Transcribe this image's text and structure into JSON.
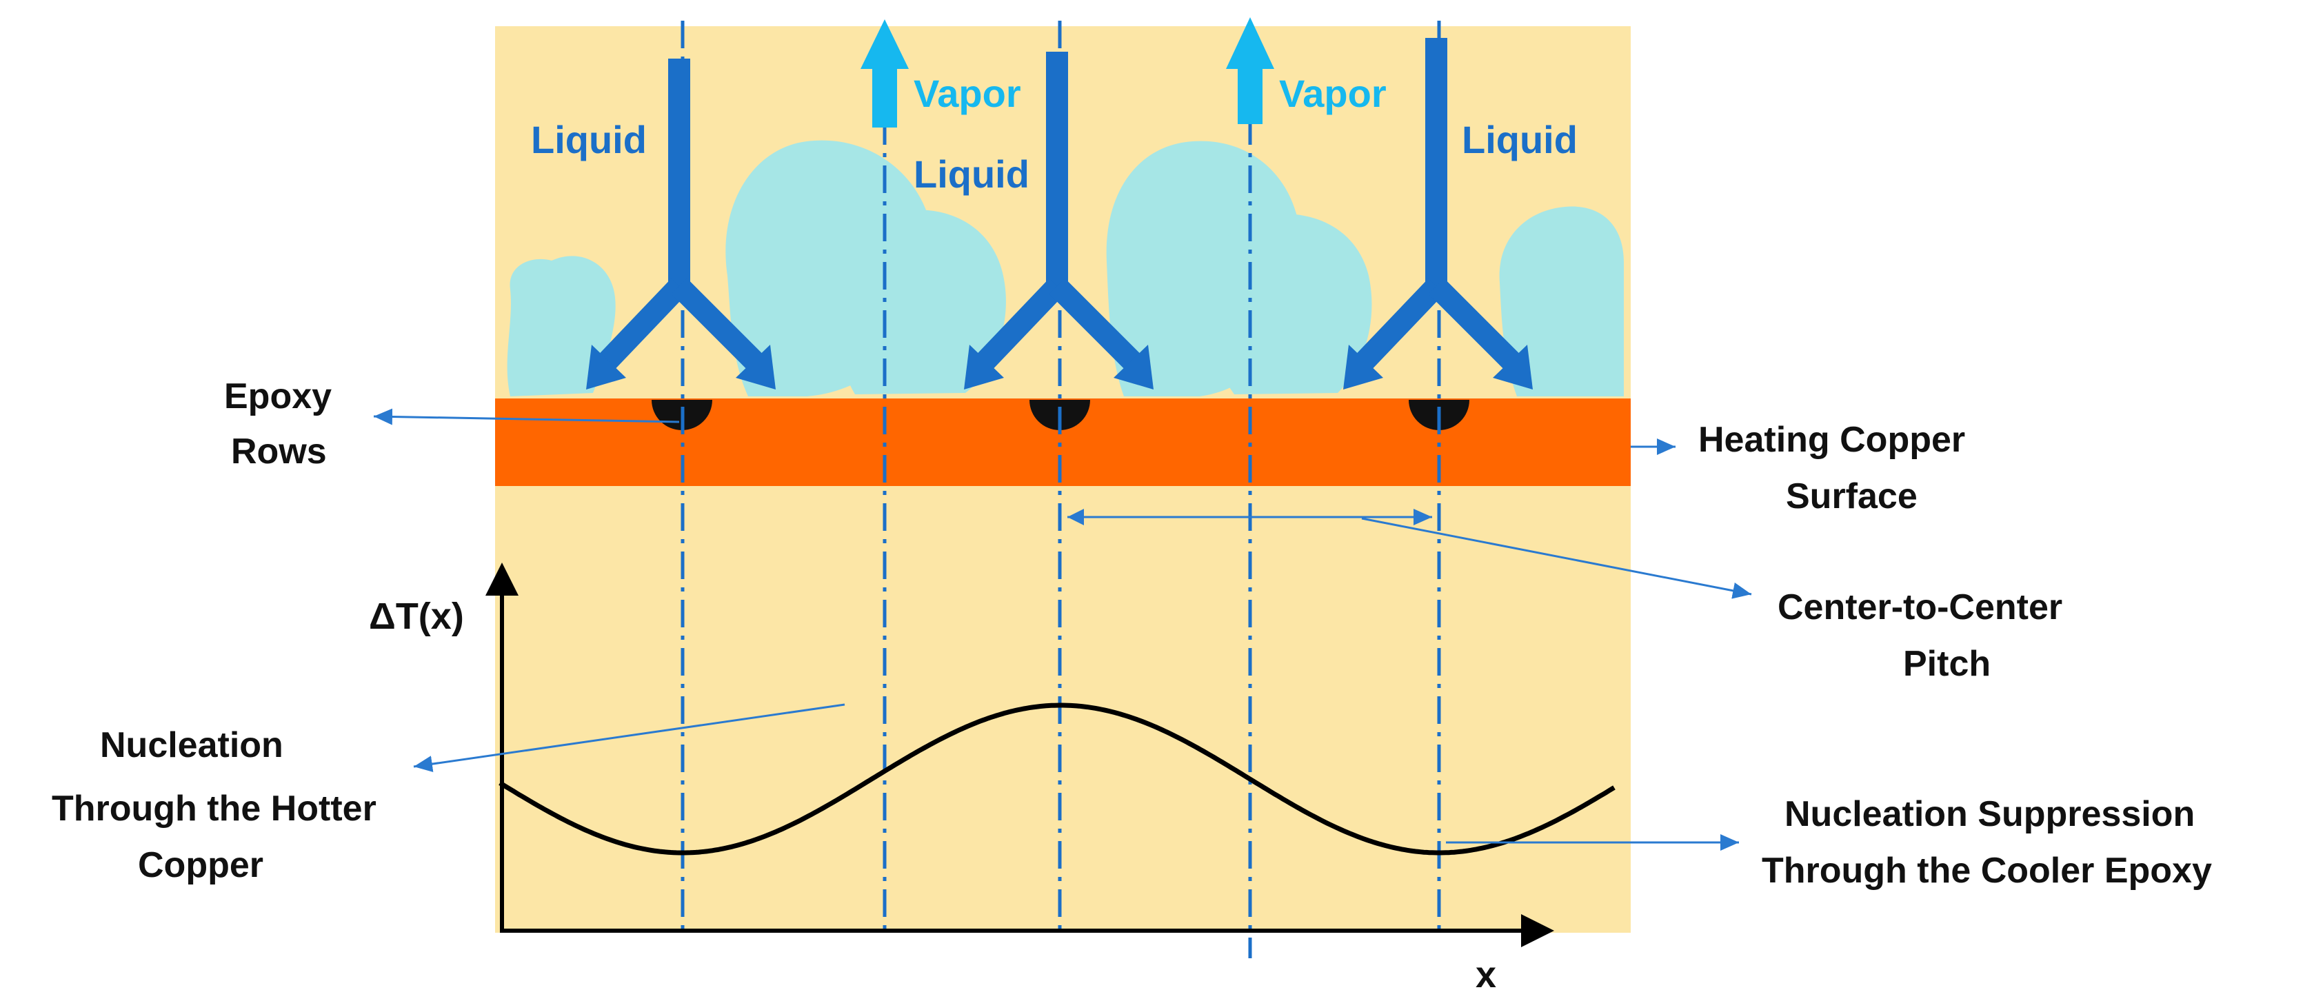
{
  "labels": {
    "liquid_left": "Liquid",
    "liquid_mid": "Liquid",
    "liquid_right": "Liquid",
    "vapor_left": "Vapor",
    "vapor_right": "Vapor",
    "epoxy_line1": "Epoxy",
    "epoxy_line2": "Rows",
    "copper_line1": "Heating Copper",
    "copper_line2": "Surface",
    "pitch_line1": "Center-to-Center",
    "pitch_line2": "Pitch",
    "nucleation_line1": "Nucleation",
    "nucleation_line2": "Through the Hotter",
    "nucleation_line3": "Copper",
    "suppression_line1": "Nucleation Suppression",
    "suppression_line2": "Through the Cooler Epoxy",
    "y_axis": "ΔT(x)",
    "x_axis": "x"
  },
  "icons": {
    "liquid_flow": "split-arrow-icon",
    "vapor_flow": "up-arrow-icon",
    "epoxy_row": "semicircle-icon",
    "bubble": "vapor-bubble-icon"
  },
  "colors": {
    "background_fluid": "#fce6a6",
    "vapor_bubble": "#a6e6e6",
    "liquid_arrow": "#1b6fc8",
    "vapor_arrow": "#16b8ef",
    "copper": "#ff6600",
    "epoxy": "#111111",
    "centerline": "#1b6fc8",
    "annotation_line": "#2a7ad0"
  }
}
